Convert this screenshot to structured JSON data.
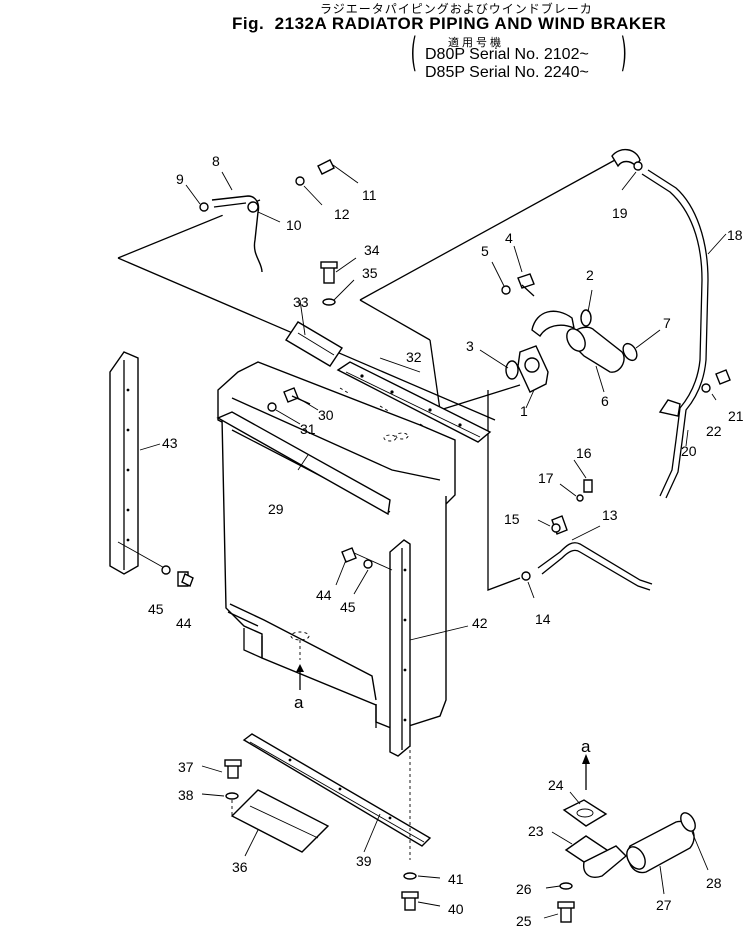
{
  "header": {
    "japanese_title": "ラジエータパイピングおよびウインドブレーカ",
    "fig_title": "Fig.  2132A RADIATOR PIPING AND WIND BRAKER",
    "applicability_label": "適用号機",
    "serial_line_1": "D80P Serial No. 2102~",
    "serial_line_2": "D85P Serial No. 2240~"
  },
  "callouts": {
    "c1": "1",
    "c2": "2",
    "c3": "3",
    "c4": "4",
    "c5": "5",
    "c6": "6",
    "c7": "7",
    "c8": "8",
    "c9": "9",
    "c10": "10",
    "c11": "11",
    "c12": "12",
    "c13": "13",
    "c14": "14",
    "c15": "15",
    "c16": "16",
    "c17": "17",
    "c18": "18",
    "c19": "19",
    "c20": "20",
    "c21": "21",
    "c22": "22",
    "c23": "23",
    "c24": "24",
    "c25": "25",
    "c26": "26",
    "c27": "27",
    "c28": "28",
    "c29": "29",
    "c30": "30",
    "c31": "31",
    "c32": "32",
    "c33": "33",
    "c34": "34",
    "c35": "35",
    "c36": "36",
    "c37": "37",
    "c38": "38",
    "c39": "39",
    "c40": "40",
    "c41": "41",
    "c42": "42",
    "c43": "43",
    "c44a": "44",
    "c45a": "45",
    "c44b": "44",
    "c45b": "45",
    "ref_a1": "a",
    "ref_a2": "a"
  }
}
